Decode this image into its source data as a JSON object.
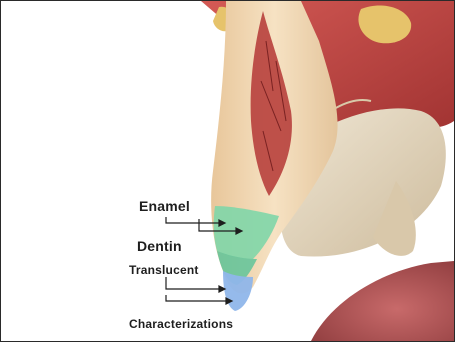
{
  "diagram": {
    "labels": {
      "enamel": "Enamel",
      "dentin": "Dentin",
      "translucent": "Translucent",
      "characterizations": "Characterizations"
    },
    "colors": {
      "enamel_zone": "#7fd6a8",
      "dentin_zone": "#5fc49a",
      "translucent_zone": "#8fb6ea",
      "tooth_body": "#f3dcb8",
      "gum": "#c24a46",
      "leader_line": "#1e1e1e"
    }
  }
}
